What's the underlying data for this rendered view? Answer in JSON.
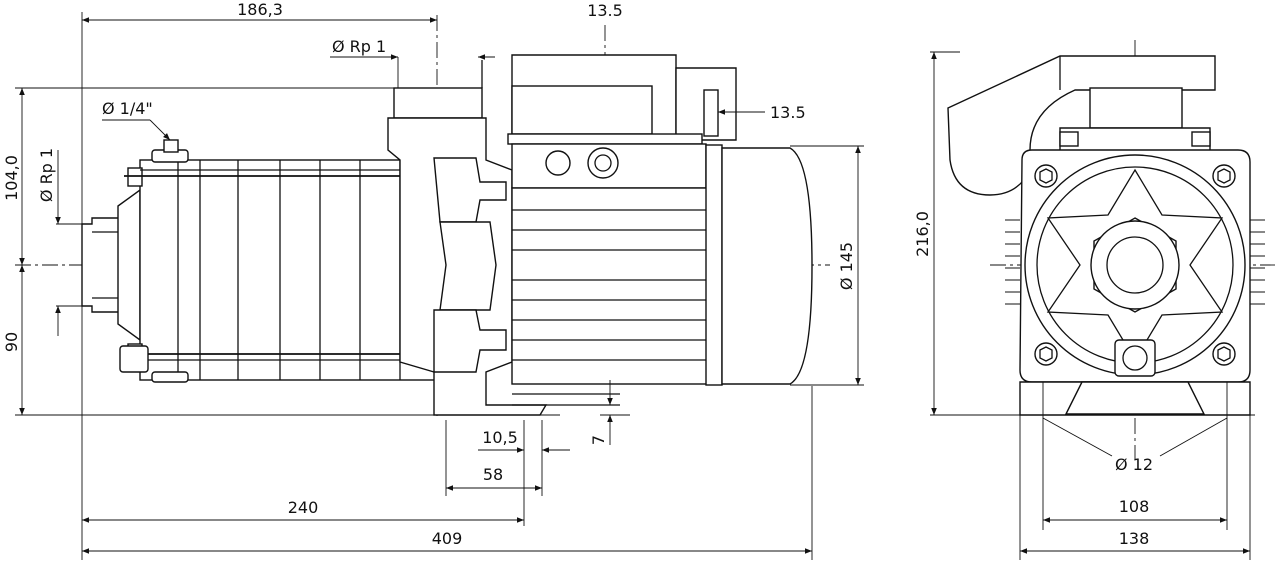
{
  "side_view": {
    "dims": {
      "top_length": "186,3",
      "suction_port": "Ø Rp 1",
      "vent_port": "Ø 1/4\"",
      "height_upper": "104,0",
      "discharge_port": "Ø Rp 1",
      "height_lower": "90",
      "terminal_box_top": "13.5",
      "terminal_box_side": "13.5",
      "motor_diameter": "Ø 145",
      "foot_width": "10,5",
      "foot_offset": "7",
      "foot_span": "58",
      "length_to_foot": "240",
      "total_length": "409"
    }
  },
  "front_view": {
    "dims": {
      "total_height": "216,0",
      "hole_diameter": "Ø 12",
      "hole_spacing": "108",
      "base_width": "138"
    }
  }
}
